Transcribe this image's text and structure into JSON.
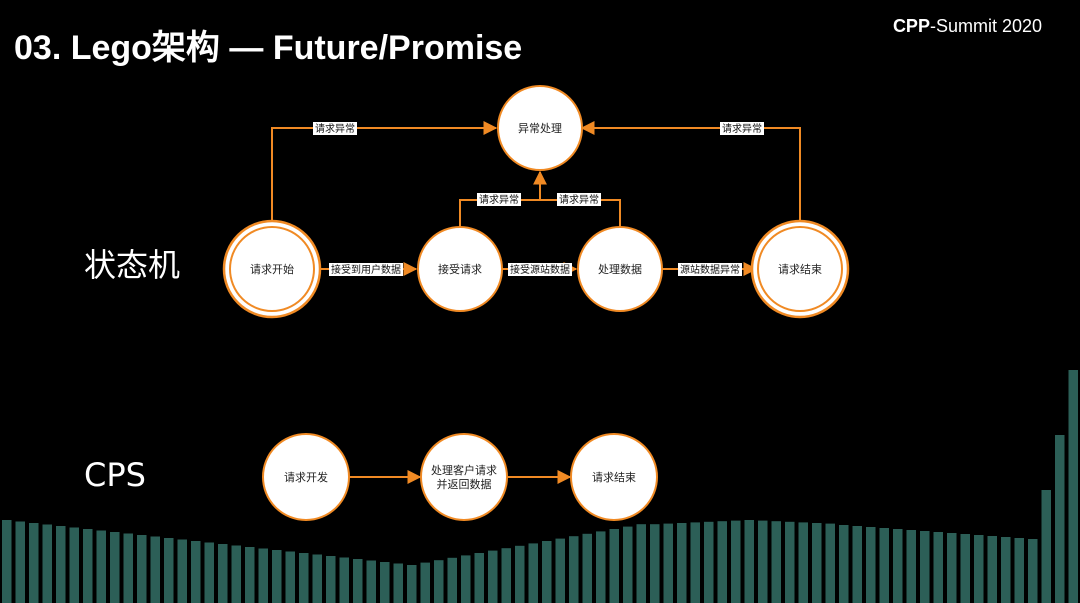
{
  "slide": {
    "title": "03. Lego架构 — Future/Promise",
    "brand_bold": "CPP",
    "brand_rest": "-Summit 2020"
  },
  "sections": {
    "state_machine": "状态机",
    "cps": "CPS"
  },
  "state_machine": {
    "nodes": {
      "exception": "异常处理",
      "start": "请求开始",
      "receive": "接受请求",
      "process": "处理数据",
      "end": "请求结束"
    },
    "edges": {
      "start_to_receive": "接受到用户数据",
      "receive_to_process": "接受源站数据",
      "process_to_end": "源站数据异常",
      "start_to_exception": "请求异常",
      "end_to_exception": "请求异常",
      "receive_to_exception": "请求异常",
      "process_to_exception": "请求异常"
    }
  },
  "cps": {
    "nodes": {
      "begin": "请求开发",
      "handle_line1": "处理客户请求",
      "handle_line2": "并返回数据",
      "finish": "请求结束"
    }
  },
  "colors": {
    "accent": "#f08a24",
    "background": "#000000",
    "node_fill": "#ffffff",
    "bars": "#2c5f57"
  }
}
